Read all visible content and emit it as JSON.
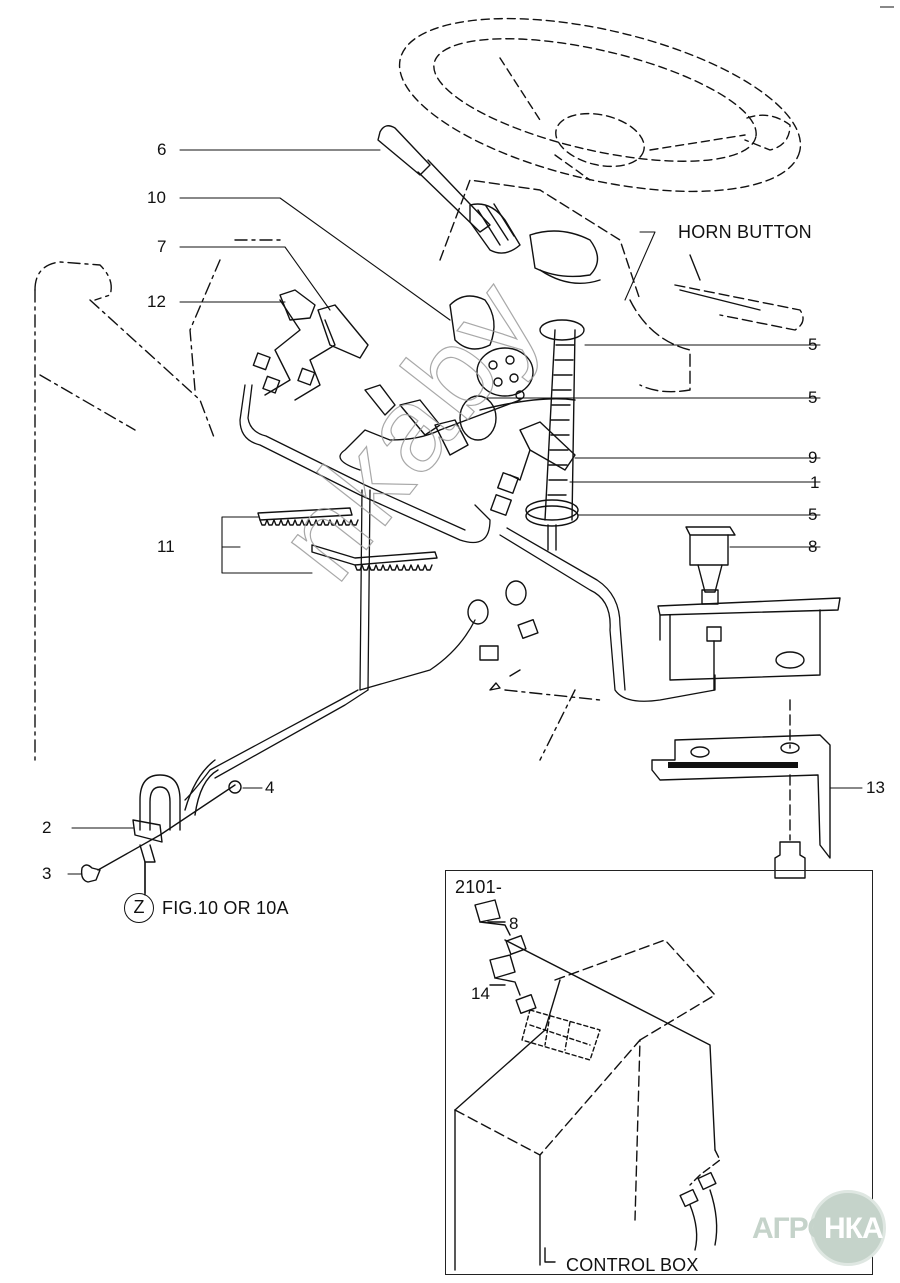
{
  "diagram": {
    "title": "Steering column wiring harness exploded view",
    "callouts": {
      "c6": "6",
      "c10": "10",
      "c7": "7",
      "c12": "12",
      "c11": "11",
      "c2": "2",
      "c3": "3",
      "c4": "4",
      "c5a": "5",
      "c5b": "5",
      "c9": "9",
      "c1": "1",
      "c5c": "5",
      "c8": "8",
      "c13": "13",
      "inset_c8": "8",
      "inset_c14": "14"
    },
    "labels": {
      "horn_button": "HORN BUTTON",
      "fig_reference_letter": "Z",
      "fig_reference": "FIG.10 OR 10A",
      "control_box": "CONTROL BOX"
    },
    "inset": {
      "serial_from": "2101-"
    },
    "watermark": "nkaby",
    "logo": {
      "left_text": "АГРО",
      "right_text": "НКА",
      "color": "#c5d3ca"
    }
  }
}
